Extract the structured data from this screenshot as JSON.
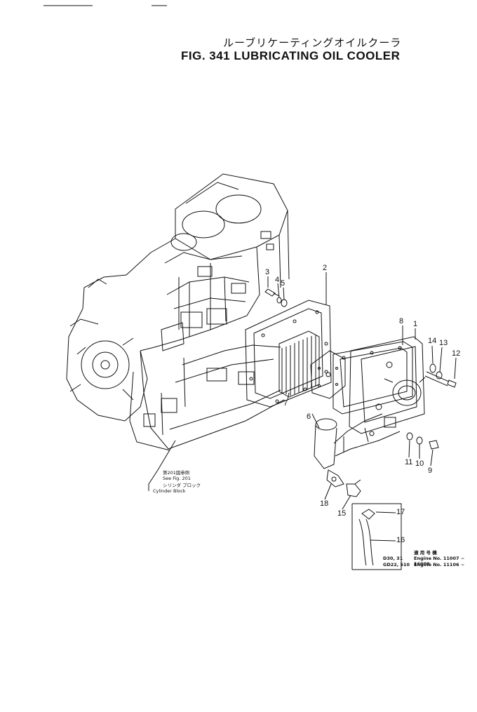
{
  "title": {
    "japanese": "ルーブリケーティングオイルクーラ",
    "english": "FIG. 341  LUBRICATING OIL COOLER"
  },
  "part_numbers": [
    "2",
    "3",
    "4",
    "5",
    "6",
    "7",
    "8",
    "1",
    "14",
    "13",
    "12",
    "11",
    "10",
    "9",
    "18",
    "15",
    "17",
    "16"
  ],
  "references": {
    "see_fig_jp": "第201図参照",
    "see_fig": "See Fig. 201",
    "cylinder_block_jp": "シリンダ ブロック",
    "cylinder_block": "Cylinder Block"
  },
  "inset": {
    "engine_no_jp": "適 用 号 機",
    "row1_model": "D30, 31",
    "row1_engine": "Engine No. 11007 ~ 16009",
    "row2_model": "GD22, 510",
    "row2_engine": "Engine No. 11106 ~"
  }
}
